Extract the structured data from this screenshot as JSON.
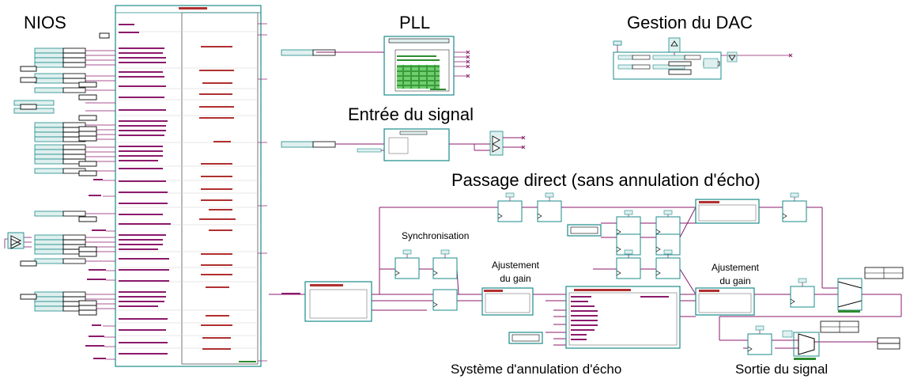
{
  "labels": {
    "nios": "NIOS",
    "pll": "PLL",
    "gestion_dac": "Gestion du DAC",
    "entree_signal": "Entrée du signal",
    "passage_direct": "Passage direct (sans annulation d'écho)",
    "synchronisation": "Synchronisation",
    "ajustement_gain_1": [
      "Ajustement",
      "du gain"
    ],
    "ajustement_gain_2": [
      "Ajustement",
      "du gain"
    ],
    "systeme_annulation": "Système d'annulation d'écho",
    "sortie_signal": "Sortie du signal"
  },
  "colors": {
    "wire": "#8b1a6b",
    "block_border": "#1a8a8a",
    "block_header": "#b03030",
    "pin_fill": "#dff0ef",
    "ink": "#000000",
    "table_green": "#2e8b2e"
  }
}
